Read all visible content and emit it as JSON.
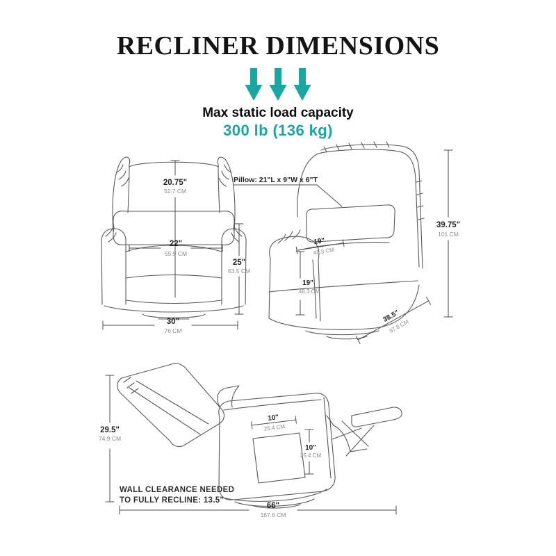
{
  "header": {
    "title": "RECLINER DIMENSIONS",
    "load_label": "Max static load capacity",
    "load_value": "300 lb (136 kg)",
    "accent_color": "#1aa7a1"
  },
  "front_view": {
    "back_width_in": "20.75\"",
    "back_width_cm": "52.7 CM",
    "seat_width_in": "22\"",
    "seat_width_cm": "55.9 CM",
    "seat_height_in": "25\"",
    "seat_height_cm": "63.5 CM",
    "overall_width_in": "30\"",
    "overall_width_cm": "76 CM"
  },
  "side_view": {
    "pillow_label": "Pillow: 21\"L x 9\"W x 6\"T",
    "seat_depth_in": "19\"",
    "seat_depth_cm": "48.3 CM",
    "seat_height_in": "19\"",
    "seat_height_cm": "48.3 CM",
    "overall_depth_in": "38.5\"",
    "overall_depth_cm": "97.8 CM",
    "overall_height_in": "39.75\"",
    "overall_height_cm": "101 CM"
  },
  "reclined_view": {
    "reclined_height_in": "29.5\"",
    "reclined_height_cm": "74.9 CM",
    "square_width_in": "10\"",
    "square_width_cm": "25.4 CM",
    "square_height_in": "10\"",
    "square_height_cm": "25.4 CM",
    "wall_clearance_line1": "WALL CLEARANCE NEEDED",
    "wall_clearance_line2": "TO FULLY RECLINE: 13.5\"",
    "overall_length_in": "66\"",
    "overall_length_cm": "167.6 CM"
  }
}
